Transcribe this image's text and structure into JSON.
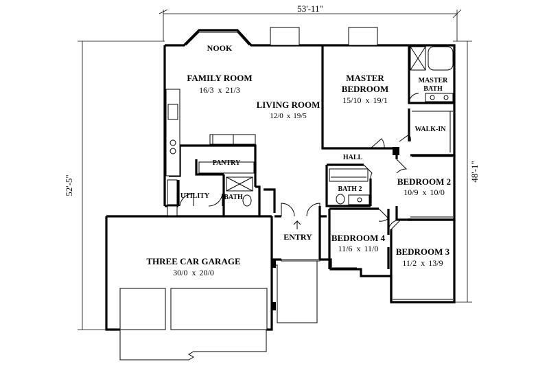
{
  "plan": {
    "dims": {
      "width": "53'-11\"",
      "left": "52'-5\"",
      "right": "48'-1\""
    },
    "rooms": {
      "nook": {
        "name": "NOOK"
      },
      "family": {
        "name": "FAMILY ROOM",
        "w": "16/3",
        "d": "21/3"
      },
      "living": {
        "name": "LIVING ROOM",
        "w": "12/0",
        "d": "19/5"
      },
      "master": {
        "name_line1": "MASTER",
        "name_line2": "BEDROOM",
        "w": "15/10",
        "d": "19/1"
      },
      "master_bath": {
        "name_line1": "MASTER",
        "name_line2": "BATH"
      },
      "walkin": {
        "name": "WALK-IN"
      },
      "hall": {
        "name": "HALL"
      },
      "pantry": {
        "name": "PANTRY"
      },
      "utility": {
        "name": "UTILITY"
      },
      "bath": {
        "name": "BATH"
      },
      "bath2": {
        "name": "BATH 2"
      },
      "bedroom2": {
        "name": "BEDROOM 2",
        "w": "10/9",
        "d": "10/0"
      },
      "bedroom3": {
        "name": "BEDROOM 3",
        "w": "11/2",
        "d": "13/9"
      },
      "bedroom4": {
        "name": "BEDROOM 4",
        "w": "11/6",
        "d": "11/0"
      },
      "entry": {
        "name": "ENTRY"
      },
      "garage": {
        "name": "THREE CAR GARAGE",
        "w": "30/0",
        "d": "20/0"
      }
    },
    "size_sep": "x"
  }
}
